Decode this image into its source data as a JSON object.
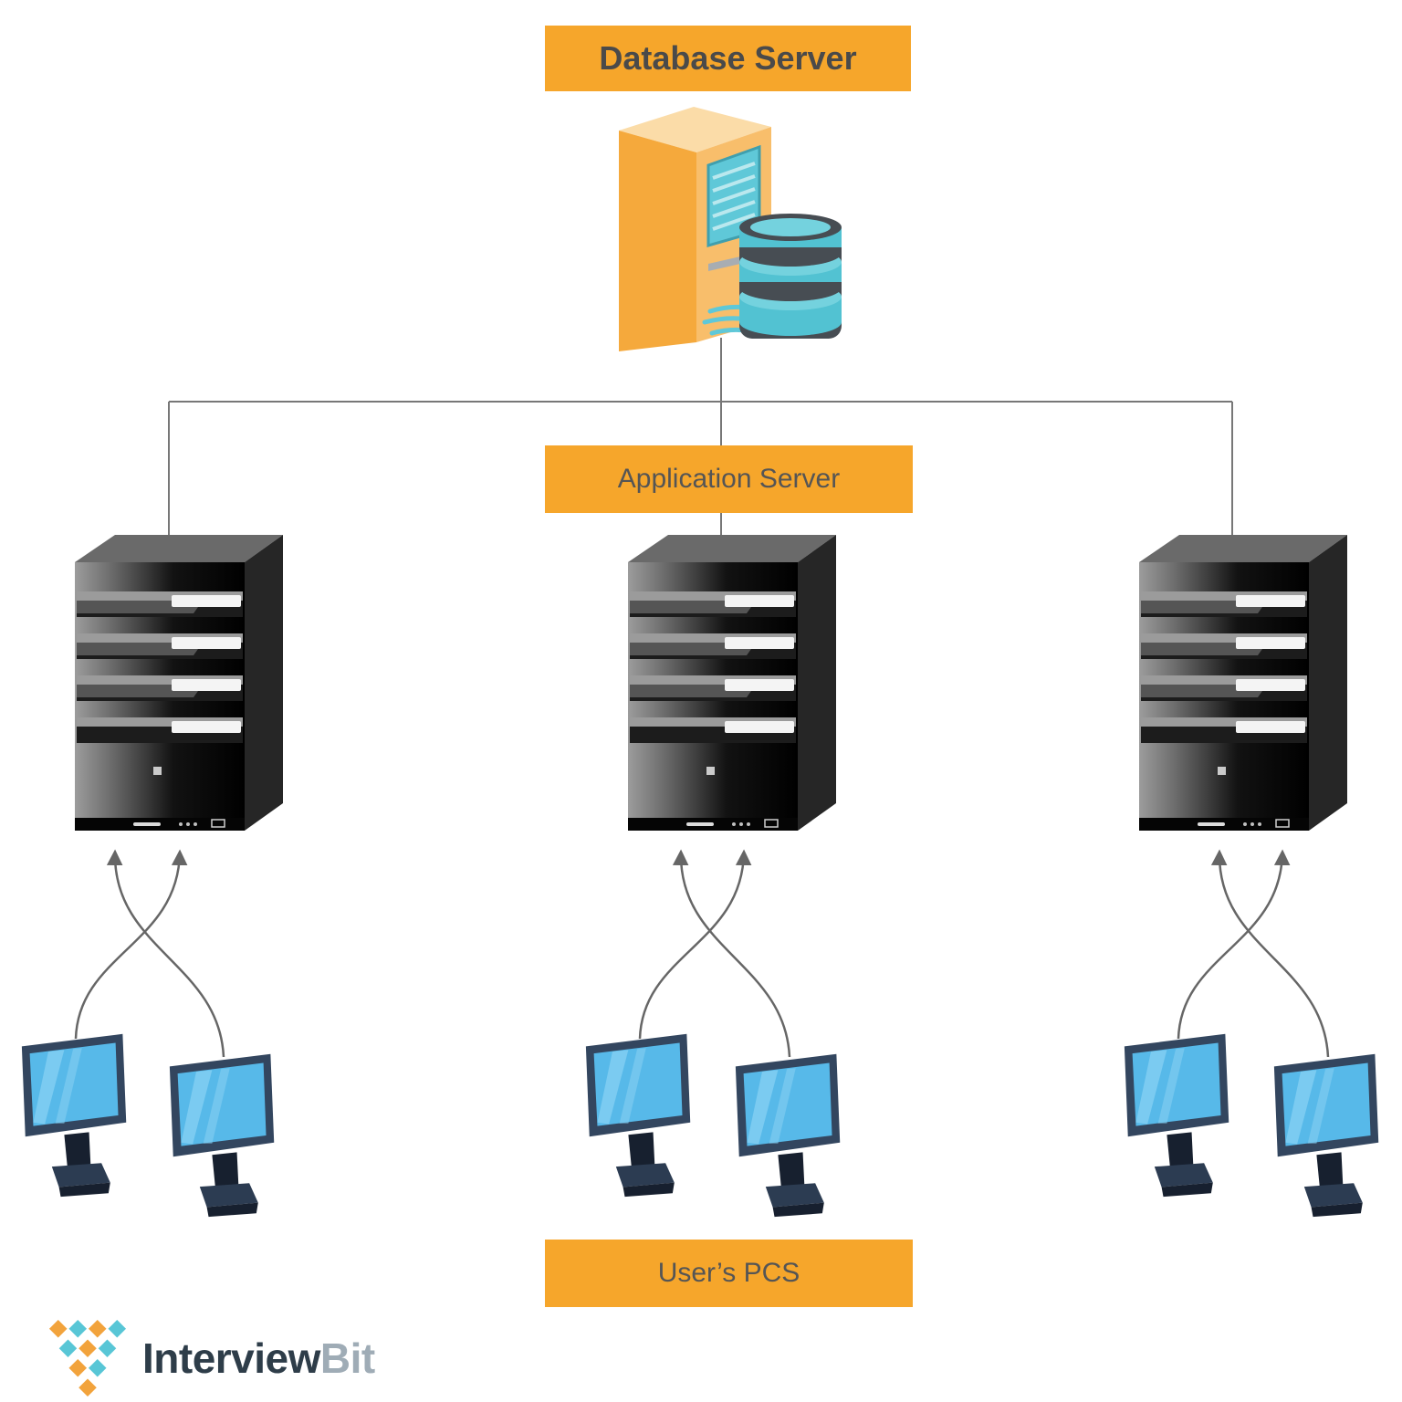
{
  "banners": {
    "database": "Database Server",
    "application": "Application Server",
    "users_pcs": "User’s PCS"
  },
  "logo": {
    "primary": "Interview",
    "secondary": "Bit"
  },
  "structure": {
    "app_server_count": 3,
    "user_pc_count": 6,
    "topology": "database server connected to three application servers; each application server receives arrows from two user PCs"
  },
  "icons": {
    "database_server": "server-tower-with-database-cylinders-icon",
    "application_server": "server-rack-icon",
    "user_pc": "desktop-monitor-icon",
    "logo_mark": "diamond-mosaic-icon"
  },
  "colors": {
    "banner_background": "#F6A62B",
    "banner_title_text": "#4A4A4A",
    "banner_label_text": "#555555",
    "tower_orange": "#F5A93C",
    "tower_orange_light": "#F8BE6B",
    "database_teal": "#58C6D6",
    "monitor_screen_blue": "#57B9E9",
    "monitor_frame_navy": "#33465F",
    "connector_gray": "#777777",
    "logo_text_primary": "#2E3D49",
    "logo_text_secondary": "#9FACB6",
    "logo_yellow": "#F2A33C",
    "logo_teal": "#58C6D6"
  }
}
